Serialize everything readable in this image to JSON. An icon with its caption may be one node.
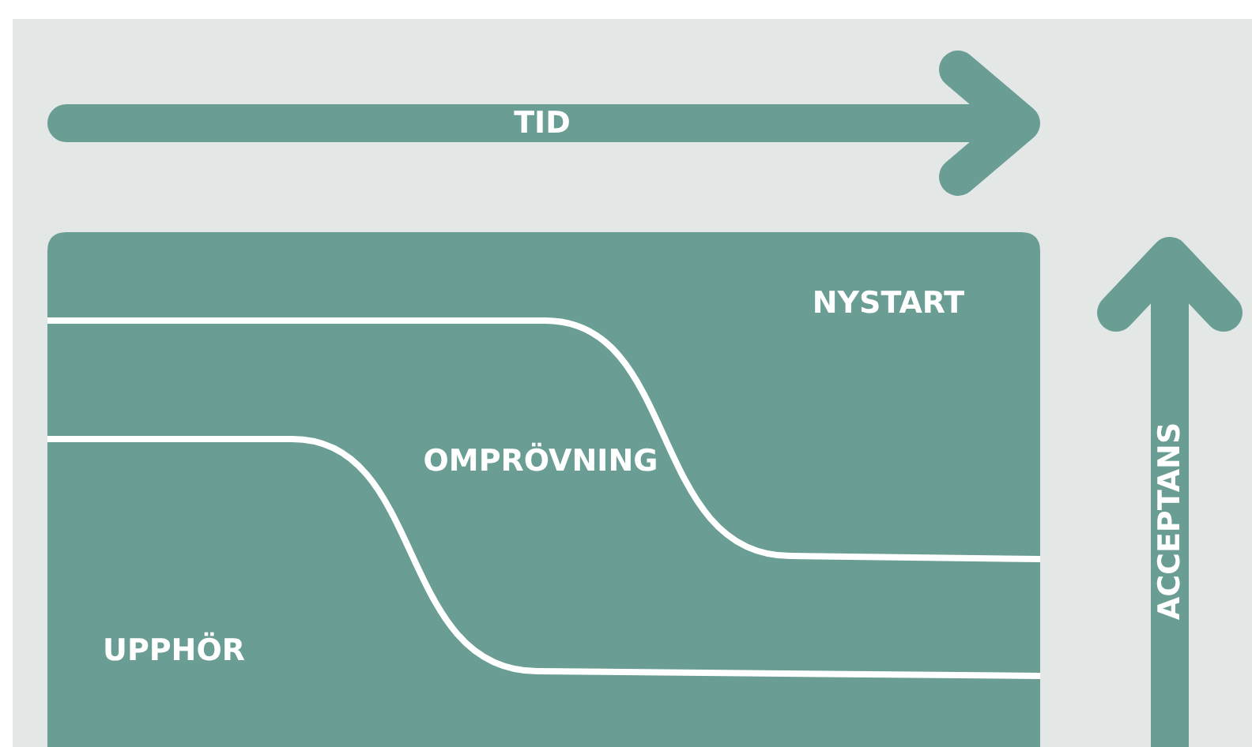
{
  "diagram": {
    "nodes": [
      {
        "text": [
          "NYSTART"
        ]
      },
      {
        "text": [
          "OMPRÖVNING"
        ]
      },
      {
        "text": [
          "UPPHÖR"
        ]
      }
    ],
    "edges": [],
    "labels": [
      "TID",
      "ACCEPTANS"
    ]
  }
}
